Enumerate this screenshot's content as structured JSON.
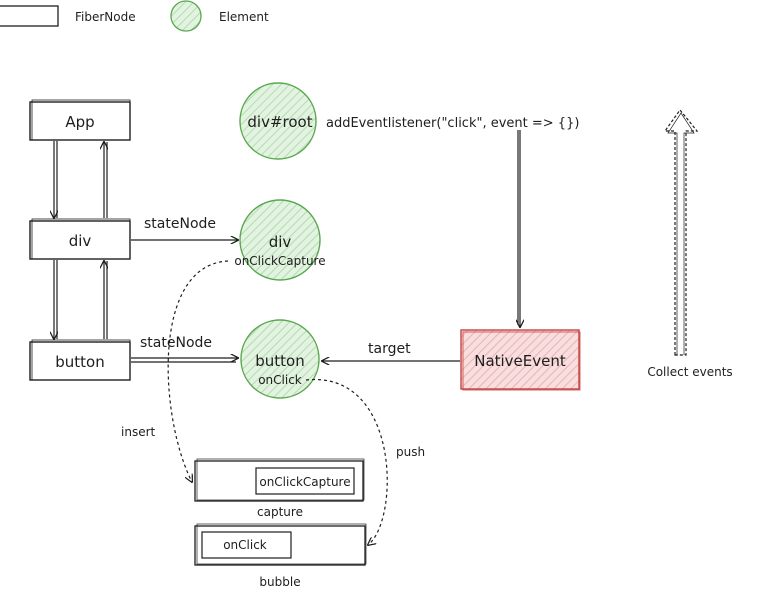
{
  "legend": {
    "fiber_node": "FiberNode",
    "element": "Element"
  },
  "fiber_nodes": {
    "app": "App",
    "div": "div",
    "button": "button"
  },
  "elements": {
    "root": "div#root",
    "div": "div",
    "div_handler": "onClickCapture",
    "button": "button",
    "button_handler": "onClick"
  },
  "native_event": "NativeEvent",
  "edge_labels": {
    "state_node_div": "stateNode",
    "state_node_button": "stateNode",
    "target": "target",
    "insert": "insert",
    "push": "push",
    "add_listener": "addEventlistener(\"click\", event => {})"
  },
  "queues": {
    "capture_item": "onClickCapture",
    "capture_label": "capture",
    "bubble_item": "onClick",
    "bubble_label": "bubble"
  },
  "collect_label": "Collect events",
  "colors": {
    "element_fill": "#d3ecd1",
    "element_stroke": "#5aa84f",
    "native_fill": "#f5d0d0",
    "native_stroke": "#c64545",
    "ink": "#1e1e1e"
  }
}
